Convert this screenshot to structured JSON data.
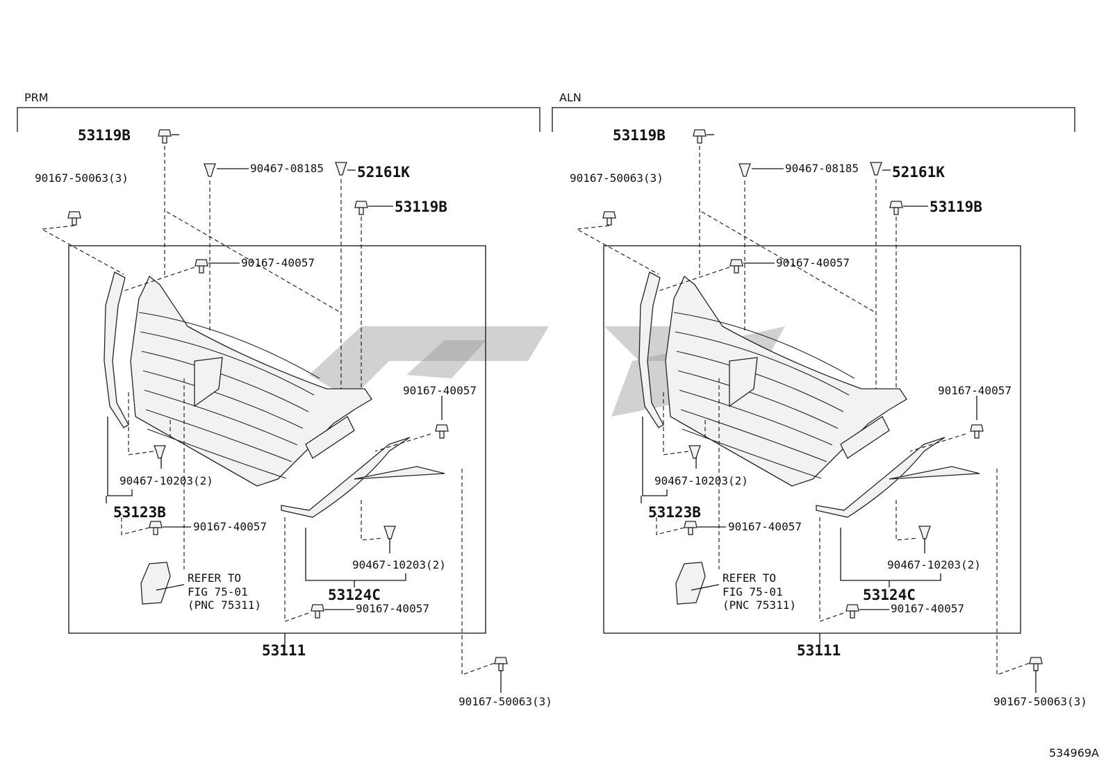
{
  "figure_id": "534969A",
  "panels": [
    {
      "header": "PRM",
      "labels": {
        "l_53119B_top": "53119B",
        "l_90467_08185": "90467-08185",
        "l_52161K": "52161K",
        "l_90167_50063_top": "90167-50063(3)",
        "l_53119B_right": "53119B",
        "l_90167_40057_a": "90167-40057",
        "l_90167_40057_b": "90167-40057",
        "l_90467_10203_left": "90467-10203(2)",
        "l_53123B": "53123B",
        "l_90167_40057_c": "90167-40057",
        "l_90467_10203_right": "90467-10203(2)",
        "l_53124C": "53124C",
        "l_90167_40057_d": "90167-40057",
        "l_53111": "53111",
        "l_90167_50063_bottom": "90167-50063(3)",
        "refer_line1": "REFER TO",
        "refer_line2": "FIG 75-01",
        "refer_line3": "(PNC 75311)"
      }
    },
    {
      "header": "ALN",
      "labels": {
        "l_53119B_top": "53119B",
        "l_90467_08185": "90467-08185",
        "l_52161K": "52161K",
        "l_90167_50063_top": "90167-50063(3)",
        "l_53119B_right": "53119B",
        "l_90167_40057_a": "90167-40057",
        "l_90167_40057_b": "90167-40057",
        "l_90467_10203_left": "90467-10203(2)",
        "l_53123B": "53123B",
        "l_90167_40057_c": "90167-40057",
        "l_90467_10203_right": "90467-10203(2)",
        "l_53124C": "53124C",
        "l_90167_40057_d": "90167-40057",
        "l_53111": "53111",
        "l_90167_50063_bottom": "90167-50063(3)",
        "refer_line1": "REFER TO",
        "refer_line2": "FIG 75-01",
        "refer_line3": "(PNC 75311)"
      }
    }
  ]
}
